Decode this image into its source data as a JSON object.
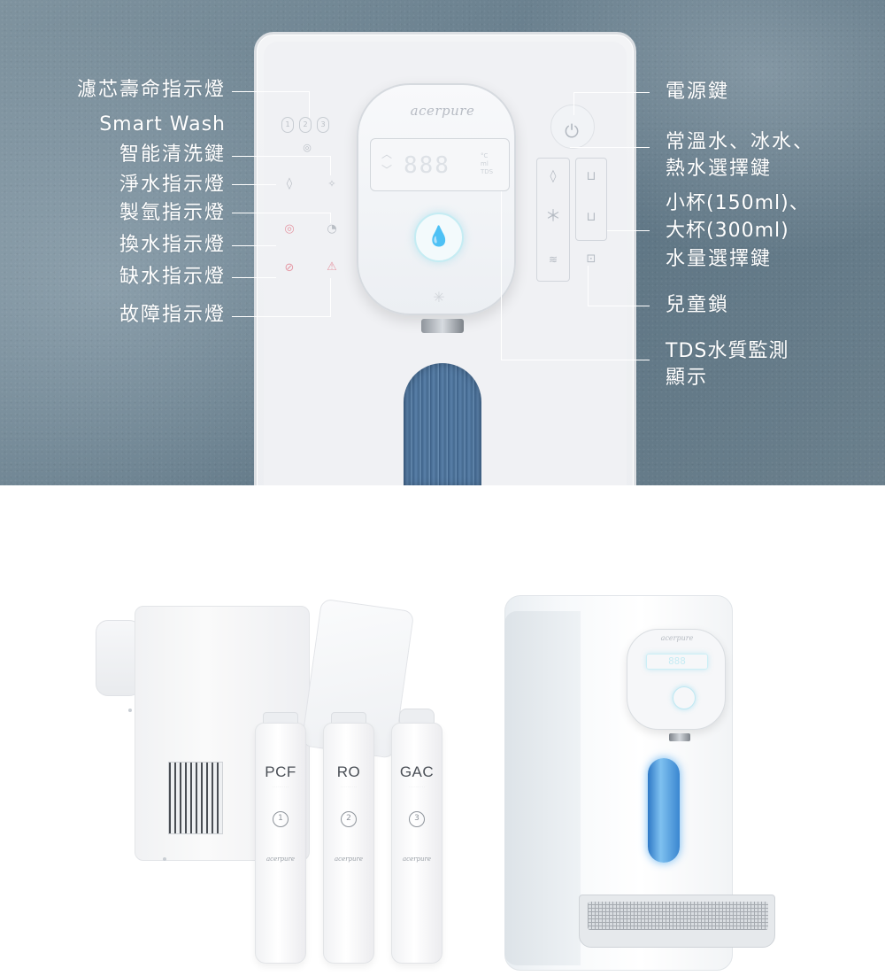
{
  "callouts_left": [
    {
      "id": "filter-life",
      "text": "濾芯壽命指示燈"
    },
    {
      "id": "smart-wash-en",
      "text": "Smart Wash"
    },
    {
      "id": "smart-wash",
      "text": "智能清洗鍵"
    },
    {
      "id": "purify",
      "text": "淨水指示燈"
    },
    {
      "id": "hydrogen",
      "text": "製氫指示燈"
    },
    {
      "id": "change-water",
      "text": "換水指示燈"
    },
    {
      "id": "water-shortage",
      "text": "缺水指示燈"
    },
    {
      "id": "fault",
      "text": "故障指示燈"
    }
  ],
  "callouts_right": {
    "power": "電源鍵",
    "temp_line1": "常溫水、冰水、",
    "temp_line2": "熱水選擇鍵",
    "volume_line1": "小杯(150ml)、",
    "volume_line2": "大杯(300ml)",
    "volume_line3": "水量選擇鍵",
    "child_lock": "兒童鎖",
    "tds_line1": "TDS水質監測",
    "tds_line2": "顯示"
  },
  "device": {
    "brand": "acerpure",
    "display_digits": "888",
    "display_unit_1": "°C",
    "display_unit_2": "ml",
    "display_unit_3": "TDS"
  },
  "filters": [
    {
      "label": "PCF"
    },
    {
      "label": "RO"
    },
    {
      "label": "GAC"
    }
  ],
  "filter_brand": "acerpure",
  "dispenser": {
    "brand": "acerpure",
    "screen": "888"
  },
  "icons": {
    "power": "power-icon",
    "drop": "water-drop-icon",
    "snow": "snowflake-icon",
    "hot": "steam-icon",
    "cup_small": "small-cup-icon",
    "cup_large": "large-cup-icon",
    "lock": "lock-icon",
    "warning": "warning-icon",
    "no_water": "no-water-icon"
  },
  "colors": {
    "background_top": "#6d8391",
    "tank_blue": "#4a6f97",
    "indicator_red": "#e59aa6",
    "glow_cyan": "#9fd8e6"
  }
}
